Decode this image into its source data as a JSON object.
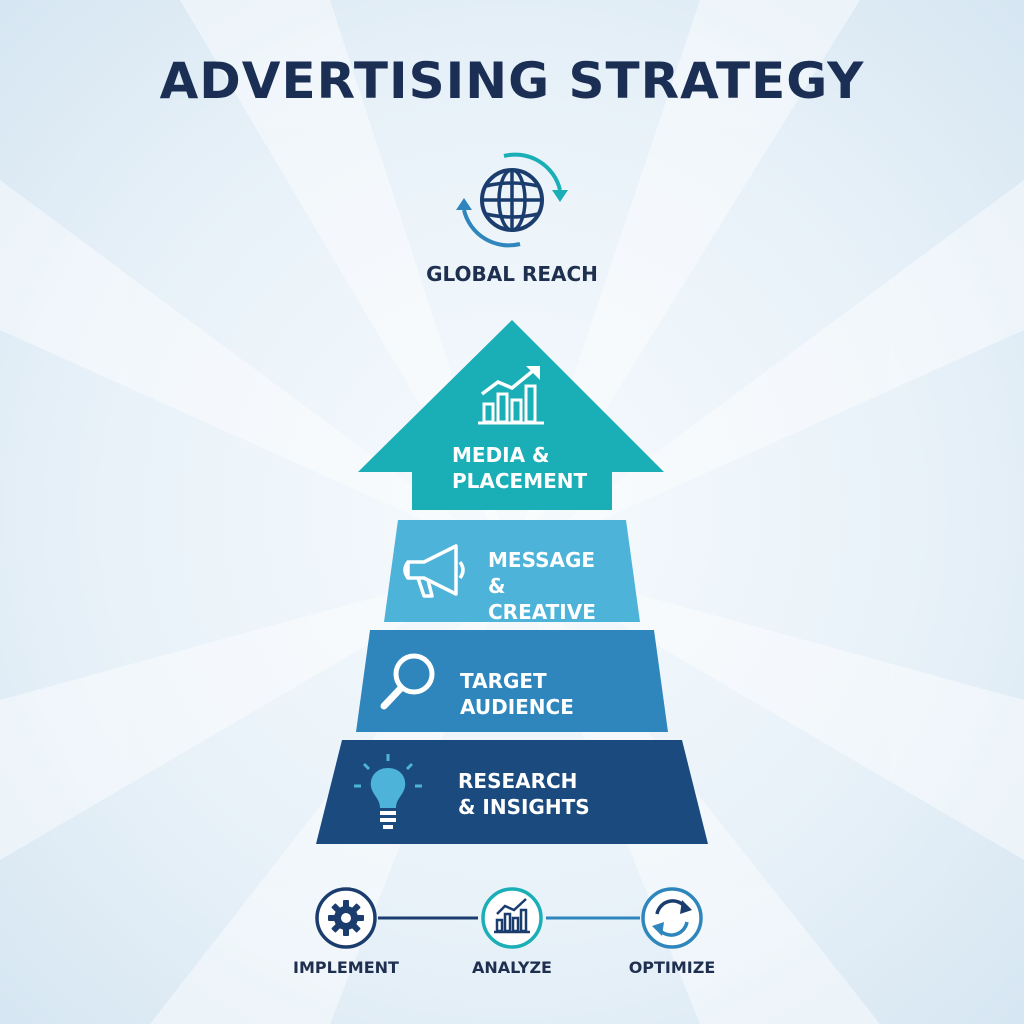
{
  "title": "ADVERTISING STRATEGY",
  "top": {
    "label": "GLOBAL REACH",
    "icon": "globe-cycle-icon"
  },
  "levels": [
    {
      "line1": "MEDIA &",
      "line2": "PLACEMENT",
      "icon": "growth-chart-icon",
      "color": "#1aaeb6"
    },
    {
      "line1": "MESSAGE &",
      "line2": "CREATIVE",
      "icon": "megaphone-icon",
      "color": "#4db3d8"
    },
    {
      "line1": "TARGET AUDIENCE",
      "line2": "",
      "icon": "magnifier-icon",
      "color": "#2e86bd"
    },
    {
      "line1": "RESEARCH",
      "line2": "& INSIGHTS",
      "icon": "lightbulb-icon",
      "color": "#1b4b7e"
    }
  ],
  "steps": [
    {
      "label": "IMPLEMENT",
      "icon": "gear-icon",
      "color": "#1b3d6e"
    },
    {
      "label": "ANALYZE",
      "icon": "bar-chart-icon",
      "color": "#1aaeb6"
    },
    {
      "label": "OPTIMIZE",
      "icon": "refresh-icon",
      "color": "#2e86bd"
    }
  ]
}
